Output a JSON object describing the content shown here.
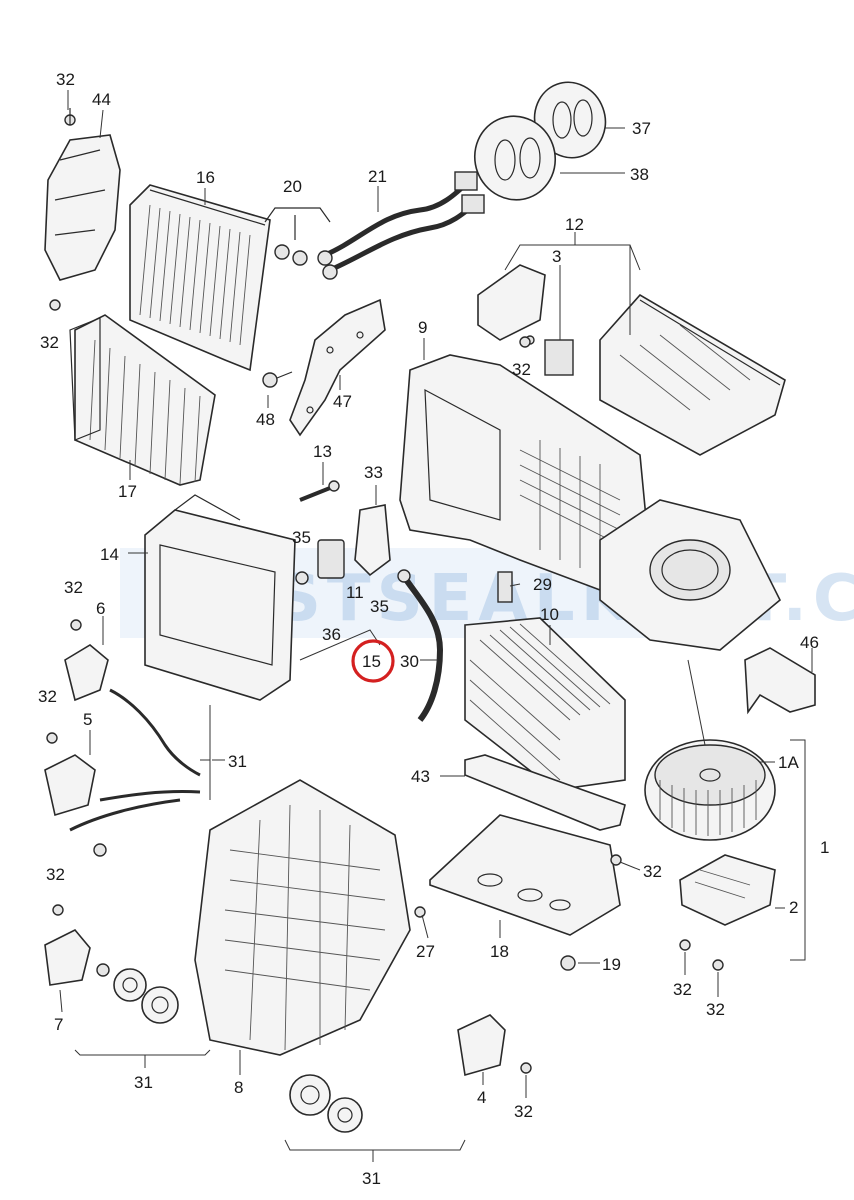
{
  "callouts": {
    "c32a": "32",
    "c44": "44",
    "c16": "16",
    "c20": "20",
    "c21": "21",
    "c37": "37",
    "c38": "38",
    "c12": "12",
    "c3": "3",
    "c32b": "32",
    "c48": "48",
    "c47": "47",
    "c9": "9",
    "c32c": "32",
    "c17": "17",
    "c13": "13",
    "c33": "33",
    "c14": "14",
    "c35a": "35",
    "c29": "29",
    "c32d": "32",
    "c6": "6",
    "c11": "11",
    "c35b": "35",
    "c10": "10",
    "c36": "36",
    "c46": "46",
    "c15": "15",
    "c30": "30",
    "c32e": "32",
    "c5": "5",
    "c31a": "31",
    "c1A": "1A",
    "c43": "43",
    "c1": "1",
    "c32f": "32",
    "c32g": "32",
    "c2": "2",
    "c27": "27",
    "c18": "18",
    "c19": "19",
    "c32h": "32",
    "c32i": "32",
    "c7": "7",
    "c31b": "31",
    "c8": "8",
    "c4": "4",
    "c32j": "32",
    "c31c": "31"
  },
  "highlight": {
    "target": "15",
    "color": "#d42020"
  },
  "watermark": "FIRSTSEALKOAT.COM"
}
